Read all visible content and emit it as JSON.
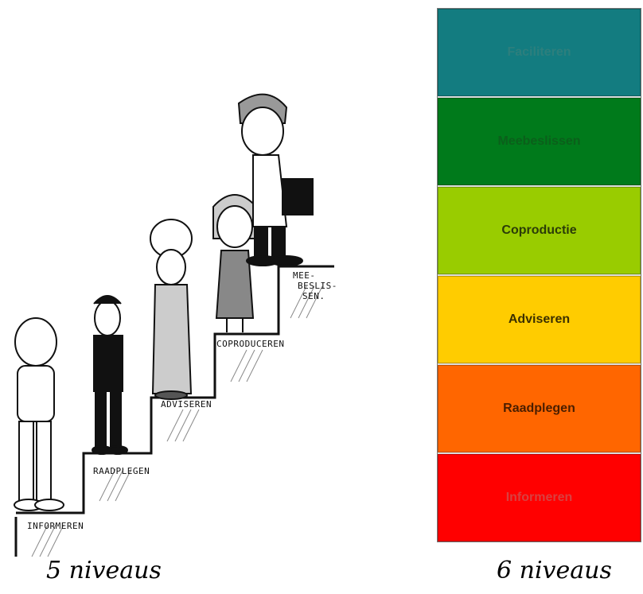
{
  "left_panel": {
    "steps": [
      "INFORMEREN",
      "RAADPLEGEN",
      "ADVISEREN",
      "COPRODUCEREN",
      "MEE-\nBESLIS-\nSEN."
    ],
    "caption": "5 niveaus"
  },
  "right_panel": {
    "levels": [
      {
        "label": "Faciliteren",
        "bg": "#137c80",
        "text": "#2d7f7d"
      },
      {
        "label": "Meebeslissen",
        "bg": "#007a1b",
        "text": "#0b5f1b"
      },
      {
        "label": "Coproductie",
        "bg": "#99cc00",
        "text": "#2b3c08"
      },
      {
        "label": "Adviseren",
        "bg": "#ffcc00",
        "text": "#3c3000"
      },
      {
        "label": "Raadplegen",
        "bg": "#ff6600",
        "text": "#4a1e00"
      },
      {
        "label": "Informeren",
        "bg": "#ff0000",
        "text": "#d94040"
      }
    ],
    "caption": "6 niveaus"
  }
}
